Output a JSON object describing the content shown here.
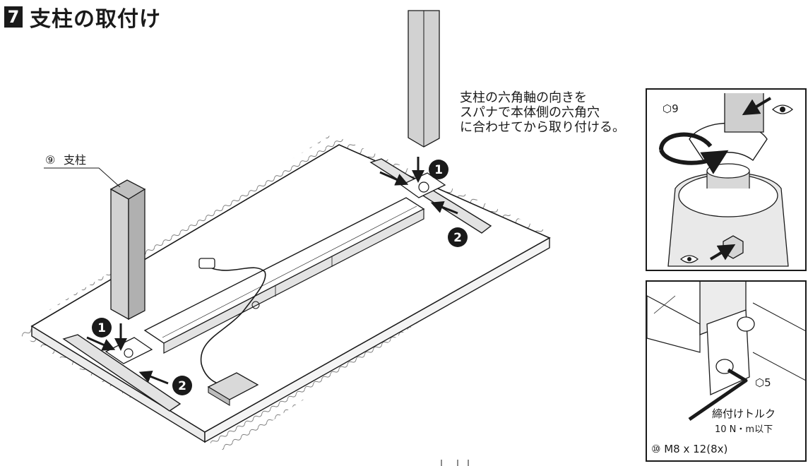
{
  "step": {
    "number": "7",
    "title": "支柱の取付け"
  },
  "parts": {
    "pillar_num": "⑨",
    "pillar_label": "支柱",
    "bolt_num": "⑩",
    "bolt_spec": "M8 x 12(8x)"
  },
  "instruction": {
    "line1": "支柱の六角軸の向きを",
    "line2": "スパナで本体側の六角穴",
    "line3": "に合わせてから取り付ける。"
  },
  "markers": {
    "one": "1",
    "two": "2"
  },
  "tools": {
    "wrench_size": "9",
    "hex_key_size": "5",
    "hex_symbol": "⬡"
  },
  "torque": {
    "label": "締付けトルク",
    "value": "10 N・m以下"
  },
  "colors": {
    "ink": "#1a1a1a",
    "metal": "#d2d2d2",
    "metal_dark": "#a8a8a8",
    "board": "#ffffff"
  }
}
